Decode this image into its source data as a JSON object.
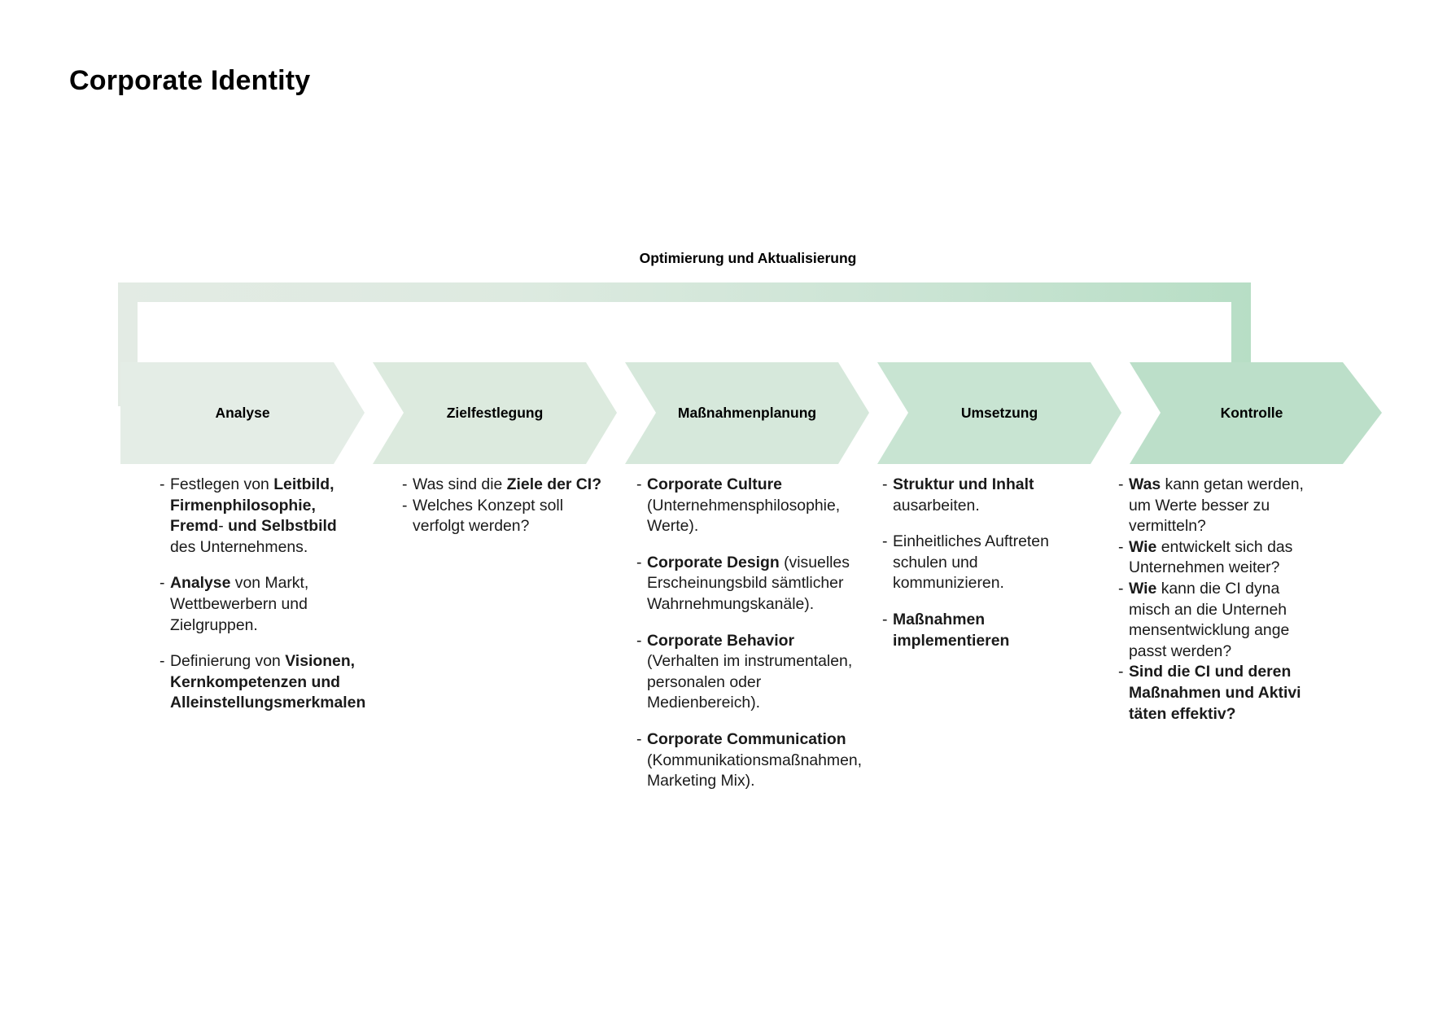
{
  "page": {
    "title": "Corporate Identity",
    "loop_caption": "Optimierung und Aktualisierung"
  },
  "colors": {
    "arrow_1": "#e4ede6",
    "arrow_2": "#dceade",
    "arrow_3": "#d6e8db",
    "arrow_4": "#c8e4d2",
    "arrow_5": "#bcdfc9",
    "loop_start": "#e3ebe4",
    "loop_end": "#b7dec5",
    "text": "#1a1a1a"
  },
  "chart_data": {
    "type": "diagram",
    "title": "Corporate Identity",
    "subtitle": "Optimierung und Aktualisierung",
    "layout": "horizontal chevron process chain with feedback loop from last stage back to first",
    "stages": [
      {
        "index": 1,
        "label": "Analyse",
        "fill": "#e4ede6",
        "bullets": [
          [
            {
              "t": "Festlegen von ",
              "b": false
            },
            {
              "t": "Leitbild, Firmenphilosophie, Fremd",
              "b": true
            },
            {
              "t": "-",
              "b": false
            },
            {
              "t": " und Selbstbild",
              "b": true
            },
            {
              "t": " des Unternehmens.",
              "b": false
            }
          ],
          [
            {
              "t": "Analyse",
              "b": true
            },
            {
              "t": " von Markt, Wettbewerbern und Zielgruppen.",
              "b": false
            }
          ],
          [
            {
              "t": "Definierung von ",
              "b": false
            },
            {
              "t": "Visionen, Kernkompetenzen und Alleinstellungsmerkmalen",
              "b": true
            }
          ]
        ]
      },
      {
        "index": 2,
        "label": "Zielfestlegung",
        "fill": "#dceade",
        "bullets": [
          [
            {
              "t": "Was sind die ",
              "b": false
            },
            {
              "t": "Ziele der CI?",
              "b": true
            }
          ],
          [
            {
              "t": "Welches Konzept soll verfolgt werden?",
              "b": false
            }
          ]
        ]
      },
      {
        "index": 3,
        "label": "Maßnahmenplanung",
        "fill": "#d6e8db",
        "bullets": [
          [
            {
              "t": "Corporate Culture",
              "b": true
            },
            {
              "t": " (Unternehmensphilosophie, Werte).",
              "b": false
            }
          ],
          [
            {
              "t": "Corporate Design",
              "b": true
            },
            {
              "t": " (visuelles Erscheinungsbild sämtlicher Wahrnehmungskanäle).",
              "b": false
            }
          ],
          [
            {
              "t": "Corporate Behavior",
              "b": true
            },
            {
              "t": " (Verhalten im instrumentalen, personalen oder Medienbereich).",
              "b": false
            }
          ],
          [
            {
              "t": "Corporate Communication",
              "b": true
            },
            {
              "t": " (Kommunikationsmaßnahmen, Marketing Mix).",
              "b": false
            }
          ]
        ]
      },
      {
        "index": 4,
        "label": "Umsetzung",
        "fill": "#c8e4d2",
        "bullets": [
          [
            {
              "t": "Struktur und Inhalt",
              "b": true
            },
            {
              "t": " ausarbeiten.",
              "b": false
            }
          ],
          [
            {
              "t": "Einheitliches Auftreten schulen und kommunizieren.",
              "b": false
            }
          ],
          [
            {
              "t": "Maßnahmen implementieren",
              "b": true
            }
          ]
        ]
      },
      {
        "index": 5,
        "label": "Kontrolle",
        "fill": "#bcdfc9",
        "bullets": [
          [
            {
              "t": "Was",
              "b": true
            },
            {
              "t": " kann getan werden, um Werte besser zu vermitteln?",
              "b": false
            }
          ],
          [
            {
              "t": "Wie",
              "b": true
            },
            {
              "t": " entwickelt sich das Unternehmen weiter?",
              "b": false
            }
          ],
          [
            {
              "t": "Wie",
              "b": true
            },
            {
              "t": " kann die CI dyna misch an die Unterneh mensentwicklung ange passt werden?",
              "b": false
            }
          ],
          [
            {
              "t": "Sind die CI und deren Maßnahmen und Aktivi täten effektiv?",
              "b": true
            }
          ]
        ]
      }
    ]
  }
}
